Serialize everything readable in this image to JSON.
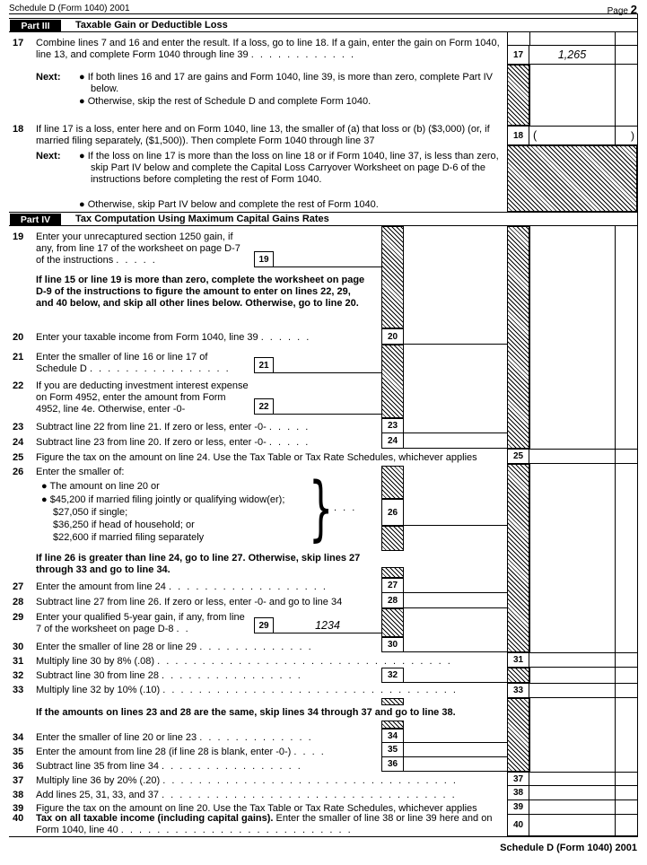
{
  "glyphs": {
    "bullet": "●",
    "brace": "}"
  },
  "header": {
    "left": "Schedule D (Form 1040) 2001",
    "page_label": "Page",
    "page_number": "2"
  },
  "footer": "Schedule D (Form 1040) 2001",
  "part3": {
    "label": "Part III",
    "title": "Taxable Gain or Deductible Loss",
    "line17": {
      "num": "17",
      "text": "Combine lines 7 and 16 and enter the result. If a loss, go to line 18. If a gain, enter the gain on Form 1040, line 13, and complete Form 1040 through line 39",
      "dots": ". . . . . . . . . . . .",
      "value": "1,265"
    },
    "next17": {
      "label": "Next:",
      "bullet1": "If both lines 16 and 17 are gains and Form 1040, line 39, is more than zero, complete Part IV below.",
      "bullet2": "Otherwise, skip the rest of Schedule D and complete Form 1040."
    },
    "line18": {
      "num": "18",
      "text": "If line 17 is a loss, enter here and on Form 1040, line 13, the smaller of (a) that loss or (b) ($3,000) (or, if married filing separately, ($1,500)). Then complete Form 1040 through line 37",
      "paren_open": "(",
      "paren_close": ")"
    },
    "next18": {
      "label": "Next:",
      "bullet1": "If the loss on line 17 is more than the loss on line 18 or if Form 1040, line 37, is less than zero, skip Part IV below and complete the Capital Loss Carryover Worksheet on page D-6 of the instructions before completing the rest of Form 1040.",
      "bullet2": "Otherwise, skip Part IV below and complete the rest of Form 1040."
    }
  },
  "part4": {
    "label": "Part IV",
    "title": "Tax Computation Using Maximum Capital Gains Rates",
    "line19": {
      "num": "19",
      "text": "Enter your unrecaptured section 1250 gain, if any, from line 17 of the worksheet on page D-7 of the instructions",
      "dots": ". . . . ."
    },
    "note1": "If line 15 or line 19 is more than zero, complete the worksheet on page D-9 of the instructions to figure the amount to enter on lines 22, 29, and 40 below, and skip all other lines below. Otherwise, go to line 20.",
    "line20": {
      "num": "20",
      "text": "Enter your taxable income from Form 1040, line 39",
      "dots": ". . . . . ."
    },
    "line21": {
      "num": "21",
      "text": "Enter the smaller of line 16 or line 17 of Schedule D",
      "dots": ". . . . . . . . . . . . . . . ."
    },
    "line22": {
      "num": "22",
      "text": "If you are deducting investment interest expense on Form 4952, enter the amount from Form 4952, line 4e. Otherwise, enter -0-",
      "dots": ""
    },
    "line23": {
      "num": "23",
      "text": "Subtract line 22 from line 21. If zero or less, enter -0-",
      "dots": ". . . . ."
    },
    "line24": {
      "num": "24",
      "text": "Subtract line 23 from line 20. If zero or less, enter -0-",
      "dots": ". . . . ."
    },
    "line25": {
      "num": "25",
      "text": "Figure the tax on the amount on line 24. Use the Tax Table or Tax Rate Schedules, whichever applies"
    },
    "line26": {
      "num": "26",
      "intro": "Enter the smaller of:",
      "item1": "The amount on line 20 or",
      "item2": "$45,200 if married filing jointly or qualifying widow(er);",
      "item3": "$27,050 if single;",
      "item4": "$36,250 if head of household; or",
      "item5": "$22,600 if married filing separately",
      "dots": ". . ."
    },
    "note2": "If line 26 is greater than line 24, go to line 27. Otherwise, skip lines 27 through 33 and go to line 34.",
    "line27": {
      "num": "27",
      "text": "Enter the amount from line 24",
      "dots": ". . . . . . . . . . . . . . . . . ."
    },
    "line28": {
      "num": "28",
      "text": "Subtract line 27 from line 26. If zero or less, enter -0- and go to line 34",
      "dots": ""
    },
    "line29": {
      "num": "29",
      "text": "Enter your qualified 5-year gain, if any, from line 7 of the worksheet on page D-8",
      "dots": ". .",
      "value": "1234"
    },
    "line30": {
      "num": "30",
      "text": "Enter the smaller of line 28 or line 29",
      "dots": ". . . . . . . . . . . . ."
    },
    "line31": {
      "num": "31",
      "text": "Multiply line 30 by 8% (.08)",
      "dots": ". . . . . . . . . . . . . . . . . . . . . . . . . . . . . . . . ."
    },
    "line32": {
      "num": "32",
      "text": "Subtract line 30 from line 28",
      "dots": ". . . . . . . . . . . . . . . ."
    },
    "line33": {
      "num": "33",
      "text": "Multiply line 32 by 10% (.10)",
      "dots": ". . . . . . . . . . . . . . . . . . . . . . . . . . . . . . . . ."
    },
    "note3": "If the amounts on lines 23 and 28 are the same, skip lines 34 through 37 and go to line 38.",
    "line34": {
      "num": "34",
      "text": "Enter the smaller of line 20 or line 23",
      "dots": ". . . . . . . . . . . . ."
    },
    "line35": {
      "num": "35",
      "text": "Enter the amount from line 28 (if line 28 is blank, enter -0-)",
      "dots": ". . . ."
    },
    "line36": {
      "num": "36",
      "text": "Subtract line 35 from line 34",
      "dots": ". . . . . . . . . . . . . . . ."
    },
    "line37": {
      "num": "37",
      "text": "Multiply line 36 by 20% (.20)",
      "dots": ". . . . . . . . . . . . . . . . . . . . . . . . . . . . . . . . ."
    },
    "line38": {
      "num": "38",
      "text": "Add lines 25, 31, 33, and 37",
      "dots": ". . . . . . . . . . . . . . . . . . . . . . . . . . . . . . . . ."
    },
    "line39": {
      "num": "39",
      "text": "Figure the tax on the amount on line 20. Use the Tax Table or Tax Rate Schedules, whichever applies"
    },
    "line40": {
      "num": "40",
      "text_bold": "Tax on all taxable income (including capital gains).",
      "text_rest": " Enter the smaller of line 38 or line 39 here and on Form 1040, line 40",
      "dots": ". . . . . . . . . . . . . . . . . . . . . . . . . ."
    }
  }
}
